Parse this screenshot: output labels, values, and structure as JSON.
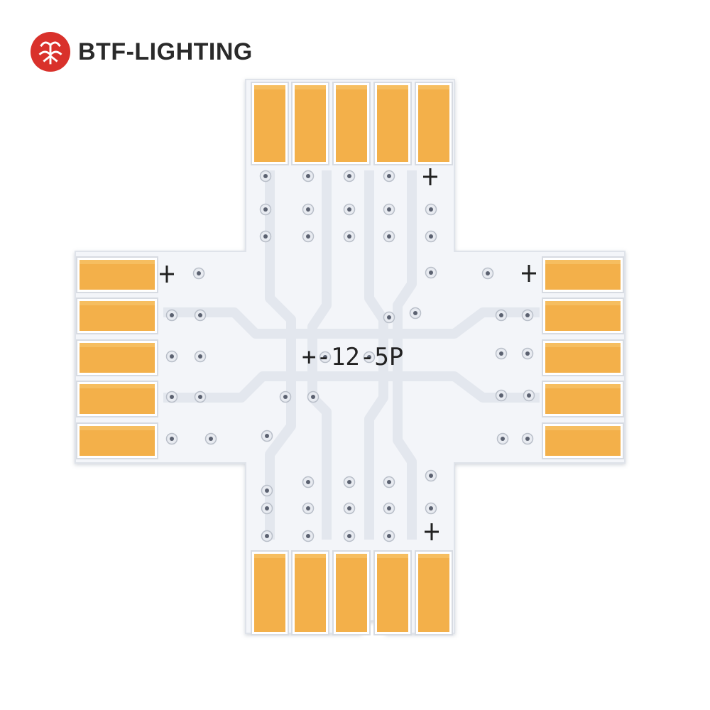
{
  "brand": {
    "name": "BTF-LIGHTING",
    "logo_icon": "btf-flower-logo-icon",
    "logo_color": "#d9312b"
  },
  "board": {
    "label": "+-12-5P",
    "pad_color": "#f3b04a",
    "pad_highlight": "#f7c46a",
    "substrate_color": "#f3f5f9",
    "trace_color": "#e6e9ef",
    "polarity_icon": "plus-marker-icon",
    "pads_per_arm": 5,
    "arms": [
      "top",
      "bottom",
      "left",
      "right"
    ]
  }
}
